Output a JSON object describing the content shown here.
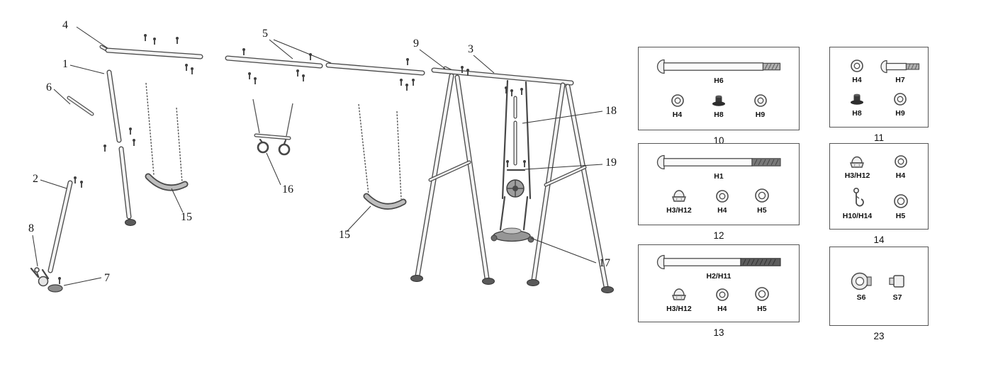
{
  "figure": {
    "callouts": [
      "4",
      "1",
      "6",
      "2",
      "8",
      "7",
      "5",
      "15",
      "16",
      "15",
      "9",
      "3",
      "18",
      "19",
      "17"
    ]
  },
  "hardware_boxes": [
    {
      "box_number": "10",
      "items": [
        {
          "label": "H6",
          "icon": "carriage-bolt"
        },
        {
          "label": "H4",
          "icon": "washer"
        },
        {
          "label": "H8",
          "icon": "flange-nut"
        },
        {
          "label": "H9",
          "icon": "washer"
        }
      ]
    },
    {
      "box_number": "12",
      "items": [
        {
          "label": "H1",
          "icon": "carriage-bolt"
        },
        {
          "label": "H3/H12",
          "icon": "acorn-nut"
        },
        {
          "label": "H4",
          "icon": "washer"
        },
        {
          "label": "H5",
          "icon": "washer"
        }
      ]
    },
    {
      "box_number": "13",
      "items": [
        {
          "label": "H2/H11",
          "icon": "carriage-bolt"
        },
        {
          "label": "H3/H12",
          "icon": "acorn-nut"
        },
        {
          "label": "H4",
          "icon": "washer"
        },
        {
          "label": "H5",
          "icon": "washer"
        }
      ]
    },
    {
      "box_number": "11",
      "items": [
        {
          "label": "H4",
          "icon": "washer"
        },
        {
          "label": "H7",
          "icon": "carriage-bolt-short"
        },
        {
          "label": "H8",
          "icon": "flange-nut"
        },
        {
          "label": "H9",
          "icon": "washer"
        }
      ]
    },
    {
      "box_number": "14",
      "items": [
        {
          "label": "H3/H12",
          "icon": "acorn-nut"
        },
        {
          "label": "H4",
          "icon": "washer"
        },
        {
          "label": "H10/H14",
          "icon": "spring-hook"
        },
        {
          "label": "H5",
          "icon": "washer"
        }
      ]
    },
    {
      "box_number": "23",
      "items": [
        {
          "label": "S6",
          "icon": "round-cap"
        },
        {
          "label": "S7",
          "icon": "square-plug"
        }
      ]
    }
  ]
}
